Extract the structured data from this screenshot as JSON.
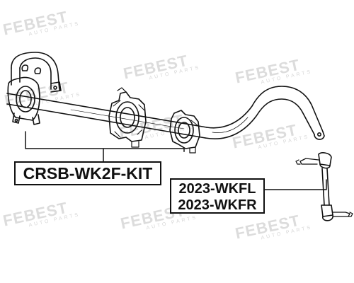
{
  "watermark": {
    "brand": "FEBEST",
    "tagline": "AUTO PARTS"
  },
  "labels": {
    "kit_part": "CRSB-WK2F-KIT",
    "link_parts": [
      "2023-WKFL",
      "2023-WKFR"
    ]
  },
  "colors": {
    "line": "#111111",
    "watermark": "#dcdcdc",
    "background": "#ffffff"
  }
}
